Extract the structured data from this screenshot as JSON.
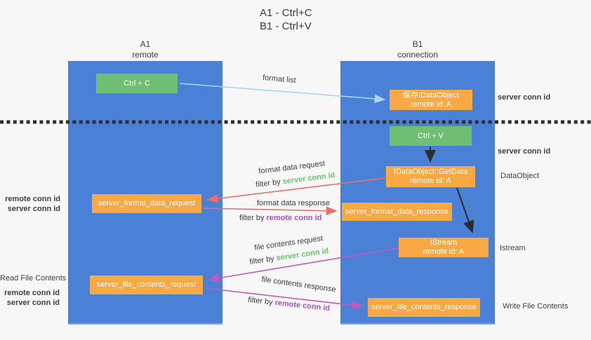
{
  "title": {
    "line1": "A1 - Ctrl+C",
    "line2": "B1 - Ctrl+V"
  },
  "columns": {
    "left": {
      "name": "A1",
      "role": "remote"
    },
    "right": {
      "name": "B1",
      "role": "connection"
    }
  },
  "boxes": {
    "ctrl_c": {
      "label": "Ctrl + C"
    },
    "save_dataobject": {
      "line1": "保存IDataObject",
      "line2": "remote id: A"
    },
    "ctrl_v": {
      "label": "Ctrl + V"
    },
    "getdata": {
      "line1": "IDataObject::GetData",
      "line2": "remote id: A"
    },
    "format_request": {
      "label": "server_format_data_request"
    },
    "format_response": {
      "label": "server_format_data_response"
    },
    "istream": {
      "line1": "IStream",
      "line2": "remote id: A"
    },
    "file_request": {
      "label": "server_file_contents_request"
    },
    "file_response": {
      "label": "server_file_contents_response"
    }
  },
  "arrows": {
    "format_list": {
      "label": "format list"
    },
    "format_data_request": {
      "label": "format data request",
      "filter_prefix": "filter by ",
      "filter_key": "server conn id"
    },
    "format_data_response": {
      "label": "format data response",
      "filter_prefix": "filter by ",
      "filter_key": "remote conn id"
    },
    "file_contents_request": {
      "label": "file contents request",
      "filter_prefix": "filter by ",
      "filter_key": "server conn id"
    },
    "file_contents_response": {
      "label": "file contents response",
      "filter_prefix": "filter by ",
      "filter_key": "remote conn id"
    }
  },
  "side_labels": {
    "right_top_conn": "server conn id",
    "right_mid_conn": "server conn id",
    "dataobject": "DataObject",
    "istream": "Istream",
    "write_file": "Write File Contents",
    "left_remote_conn_1": "remote conn id",
    "left_server_conn_1": "server conn id",
    "read_file": "Read File Contents",
    "left_remote_conn_2": "remote conn id",
    "left_server_conn_2": "server conn id"
  },
  "colors": {
    "column_blue": "#4a80d6",
    "box_green": "#6fbe74",
    "box_orange": "#f9a943",
    "arrow_red": "#ec7068",
    "arrow_magenta": "#c558be",
    "arrow_lightblue": "#a9d3f2",
    "arrow_black": "#2d2d2d",
    "dotted_line": "#2f2f2f",
    "label_green": "#6dc06d",
    "label_purple": "#a852c5"
  }
}
